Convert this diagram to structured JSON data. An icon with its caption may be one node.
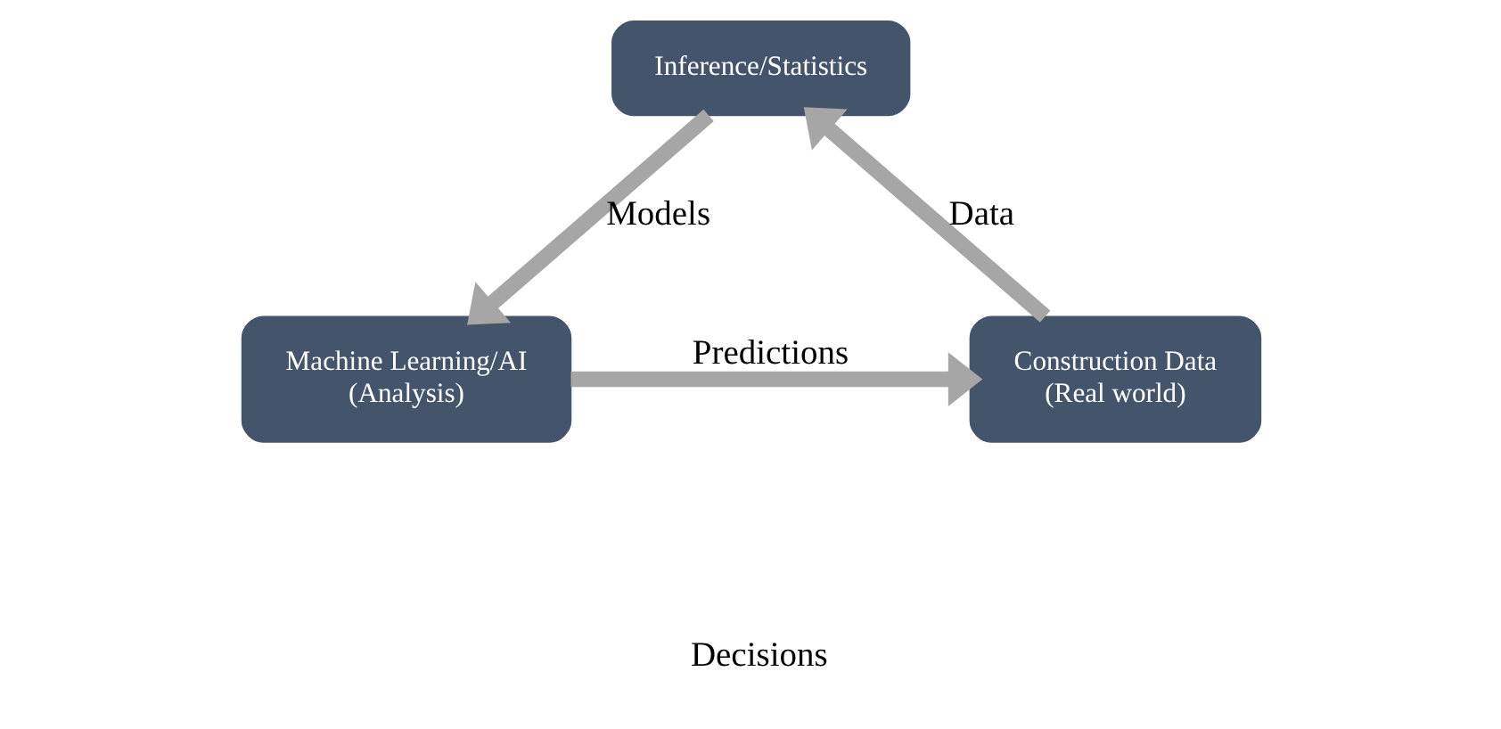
{
  "diagram": {
    "nodes": [
      {
        "text": [
          "Inference/Statistics"
        ]
      },
      {
        "text": [
          "Construction Data (Real world)"
        ]
      },
      {
        "text": [
          "Machine Learning/AI (Analysis)"
        ]
      }
    ],
    "edges": [
      {
        "from": 1,
        "to": 0,
        "arrow": "to",
        "label": "Data"
      },
      {
        "from": 0,
        "to": 2,
        "arrow": "to",
        "label": "Models"
      },
      {
        "from": 2,
        "to": 1,
        "arrow": "to",
        "label": "Predictions"
      }
    ],
    "labels": [
      "Decisions"
    ]
  }
}
